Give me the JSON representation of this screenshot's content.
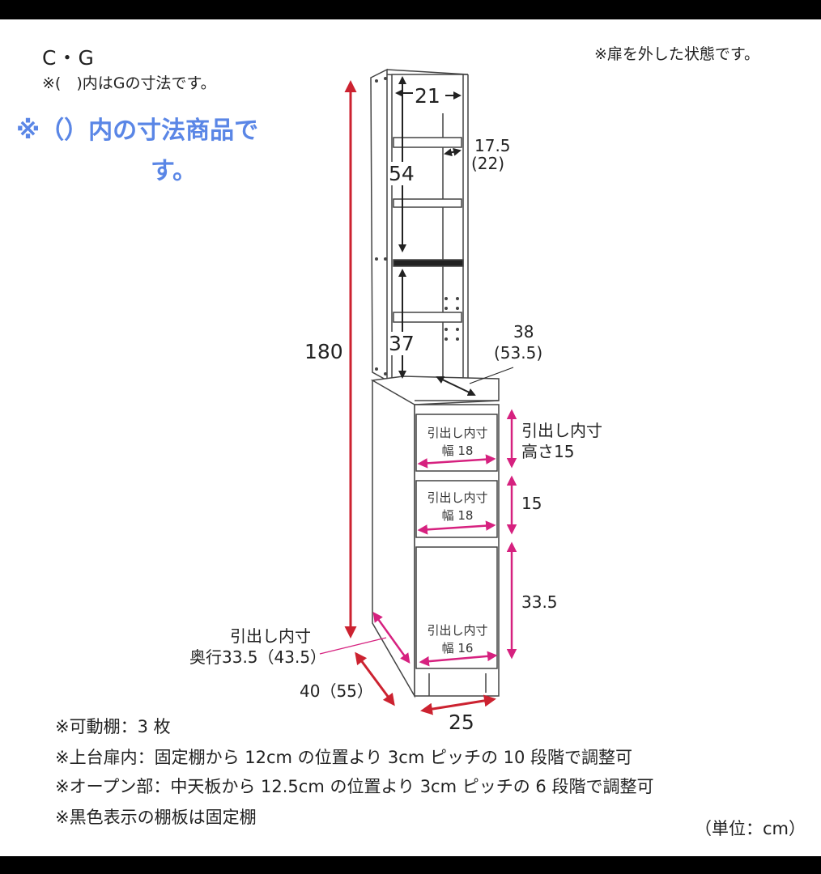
{
  "header": {
    "model": "C・G",
    "paren_note": "※(　)内はGの寸法です。",
    "blue_note_line1": "※（）内の寸法商品で",
    "blue_note_line2": "す。",
    "door_note": "※扉を外した状態です。"
  },
  "dimensions": {
    "total_height": "180",
    "top_inner_width": "21",
    "top_inner_depth": "17.5",
    "top_inner_depth_g": "(22)",
    "upper_section_height": "54",
    "open_section_height": "37",
    "mid_top_depth": "38",
    "mid_top_depth_g": "(53.5)",
    "drawer1_label_line1": "引出し内寸",
    "drawer1_label_line2": "幅 18",
    "drawer1_height_line1": "引出し内寸",
    "drawer1_height_line2": "高さ15",
    "drawer2_label_line1": "引出し内寸",
    "drawer2_label_line2": "幅 18",
    "drawer2_height": "15",
    "drawer3_label_line1": "引出し内寸",
    "drawer3_label_line2": "幅 16",
    "drawer3_height": "33.5",
    "drawer_depth_line1": "引出し内寸",
    "drawer_depth_line2": "奥行33.5（43.5）",
    "total_depth": "40（55）",
    "total_width": "25"
  },
  "footnotes": [
    "※可動棚：3 枚",
    "※上台扉内：固定棚から 12cm の位置より 3cm ピッチの 10 段階で調整可",
    "※オープン部：中天板から 12.5cm の位置より 3cm ピッチの 6 段階で調整可",
    "※黒色表示の棚板は固定棚"
  ],
  "unit": "（単位：cm）",
  "colors": {
    "outer_dim_red": "#cc2230",
    "inner_dim_magenta": "#d6217f",
    "blue_note": "#5a86e6",
    "line": "#444444"
  }
}
